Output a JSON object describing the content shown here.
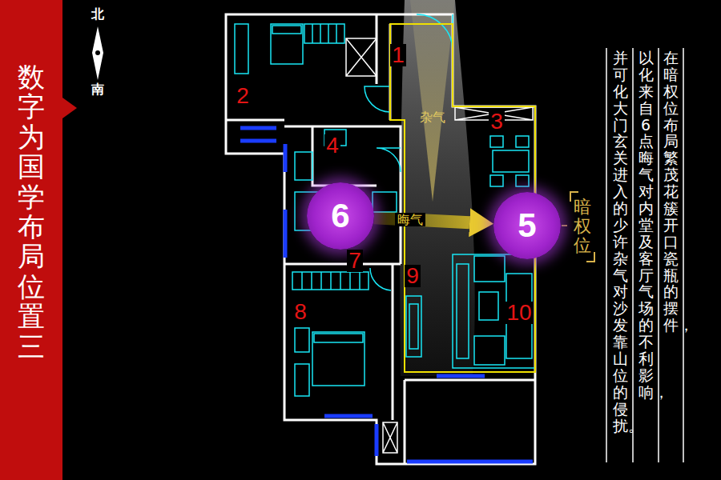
{
  "diagram": {
    "title": "数字为国学布局位置三",
    "nodes": [
      {
        "text": [
          "6"
        ]
      },
      {
        "text": [
          "5"
        ]
      }
    ],
    "edges": [
      {
        "from": 0,
        "to": 1,
        "arrow": "to",
        "label": "晦气"
      }
    ],
    "labels": [
      "北",
      "南",
      "1",
      "2",
      "3",
      "4",
      "7",
      "8",
      "9",
      "10",
      "杂气",
      "暗权位",
      "在暗权位布局繁茂花簇开口瓷瓶的摆件，",
      "以化来自6点晦气对内堂及客厅气场的不利影响，",
      "并可化大门玄关进入的少许杂气对沙发靠山位的侵扰。"
    ]
  }
}
